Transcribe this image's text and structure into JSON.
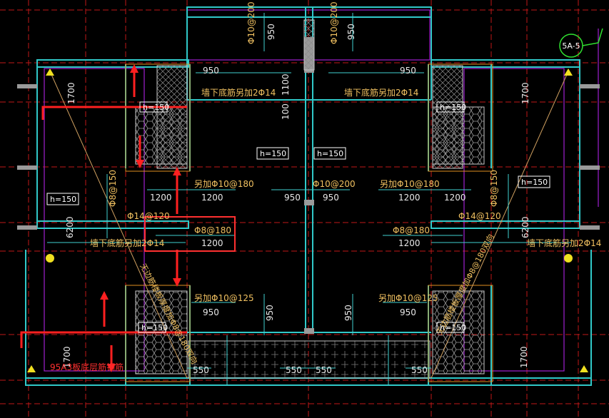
{
  "section_tag": "5A-5",
  "top": {
    "rebar_left": "Φ10@200",
    "rebar_right": "Φ10@200",
    "dim_left": "950",
    "dim_right": "950",
    "dim_1100": "1100",
    "dim_100": "100"
  },
  "upper": {
    "dim_left_950": "950",
    "dim_right_950": "950",
    "add_left": "墙下底筋另加2Φ14",
    "add_right": "墙下底筋另加2Φ14",
    "h_left_small": "h=150",
    "h_right_small": "h=150",
    "dim_1700_left": "1700",
    "dim_1700_right": "1700"
  },
  "middle": {
    "h_center_left": "h=150",
    "h_center_right": "h=150",
    "h_far_left": "h=150",
    "h_far_right": "h=150",
    "add_180_left": "另加Φ10@180",
    "add_180_right": "另加Φ10@180",
    "center_rebar": "Φ10@200",
    "dim_1200_a": "1200",
    "dim_1200_b": "1200",
    "dim_1200_c": "1200",
    "dim_1200_d": "1200",
    "dim_950_a": "950",
    "dim_950_b": "950",
    "phi8_150_left": "Φ8@150",
    "phi8_150_right": "Φ8@150",
    "phi14_120_left": "Φ14@120",
    "phi14_120_right": "Φ14@120",
    "dim_6200_left": "6200",
    "dim_6200_right": "6200",
    "phi8_180_left": "Φ8@180",
    "phi8_180_right": "Φ8@180",
    "dim_1200_e": "1200",
    "dim_1200_f": "1200",
    "add_wall_left": "墙下底筋另加2Φ14",
    "add_wall_right": "墙下底筋另加2Φ14"
  },
  "lower": {
    "add_125_left": "另加Φ10@125",
    "add_125_right": "另加Φ10@125",
    "dim_950_left": "950",
    "dim_950_right": "950",
    "dim_950_v_left": "950",
    "dim_950_v_right": "950",
    "diag_left": "无边筋楼板厚度加Φ8@180双向",
    "diag_right": "无边筋楼板厚度加Φ8@180双向",
    "h_left_small": "h=150",
    "h_right_small": "h=150",
    "dim_1700_left": "1700",
    "dim_1700_right": "1700",
    "dim_550_a": "550",
    "dim_550_b": "550",
    "dim_550_c": "550",
    "dim_550_d": "550",
    "red_note": "95A3板底层筋钢筋"
  }
}
